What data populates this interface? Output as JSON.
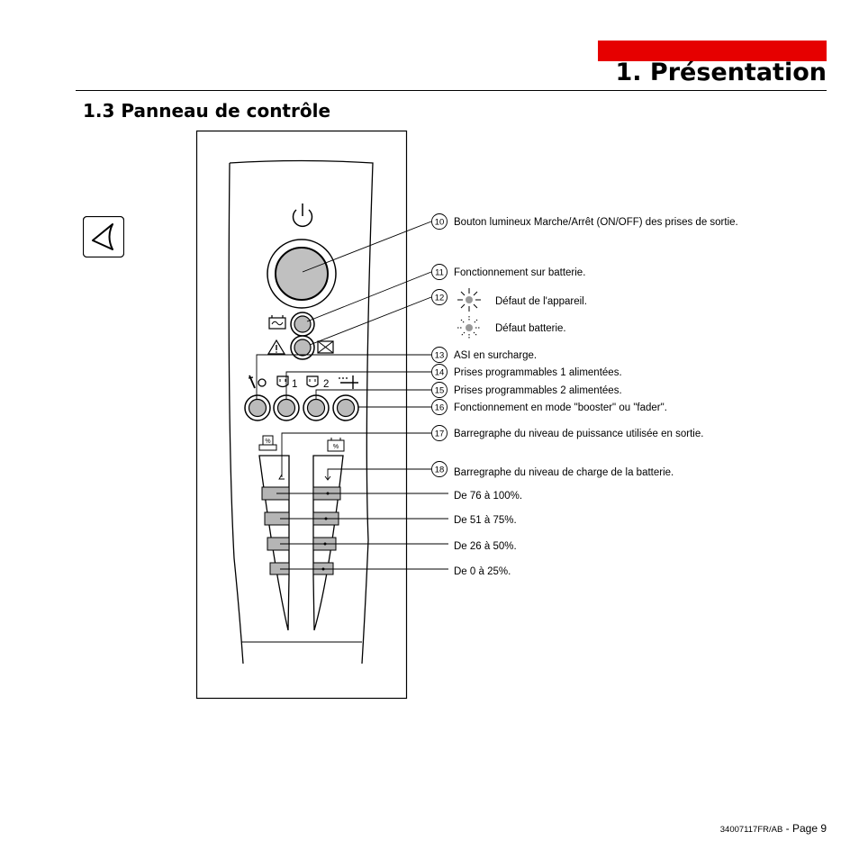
{
  "header": {
    "chapter_title": "1. Présentation",
    "section_title": "1.3 Panneau de contrôle",
    "accent_color": "#e60000"
  },
  "icons": {
    "note_icon": "triangle-pointer-icon",
    "power_symbol": "power-icon"
  },
  "panel": {
    "outlet_1": "1",
    "outlet_2": "2",
    "bargraph_symbol": "%"
  },
  "callouts": [
    {
      "number": "10",
      "text": "Bouton lumineux Marche/Arrêt (ON/OFF) des prises de sortie."
    },
    {
      "number": "11",
      "text": "Fonctionnement sur batterie."
    },
    {
      "number": "12",
      "text": ""
    },
    {
      "number": "13",
      "text": "ASI en surcharge."
    },
    {
      "number": "14",
      "text": "Prises programmables 1 alimentées."
    },
    {
      "number": "15",
      "text": "Prises programmables 2 alimentées."
    },
    {
      "number": "16",
      "text": "Fonctionnement en mode \"booster\" ou \"fader\"."
    },
    {
      "number": "17",
      "text": "Barregraphe du niveau de puissance utilisée en sortie."
    },
    {
      "number": "18",
      "text": "Barregraphe du niveau de charge de la batterie."
    }
  ],
  "fault_legend": {
    "device_fault": "Défaut de l'appareil.",
    "battery_fault": "Défaut batterie."
  },
  "levels": [
    {
      "text": "De 76 à 100%."
    },
    {
      "text": "De 51 à 75%."
    },
    {
      "text": "De 26 à 50%."
    },
    {
      "text": "De 0 à 25%."
    }
  ],
  "footer": {
    "doc_ref": "34007117FR/AB",
    "page": " - Page 9"
  }
}
